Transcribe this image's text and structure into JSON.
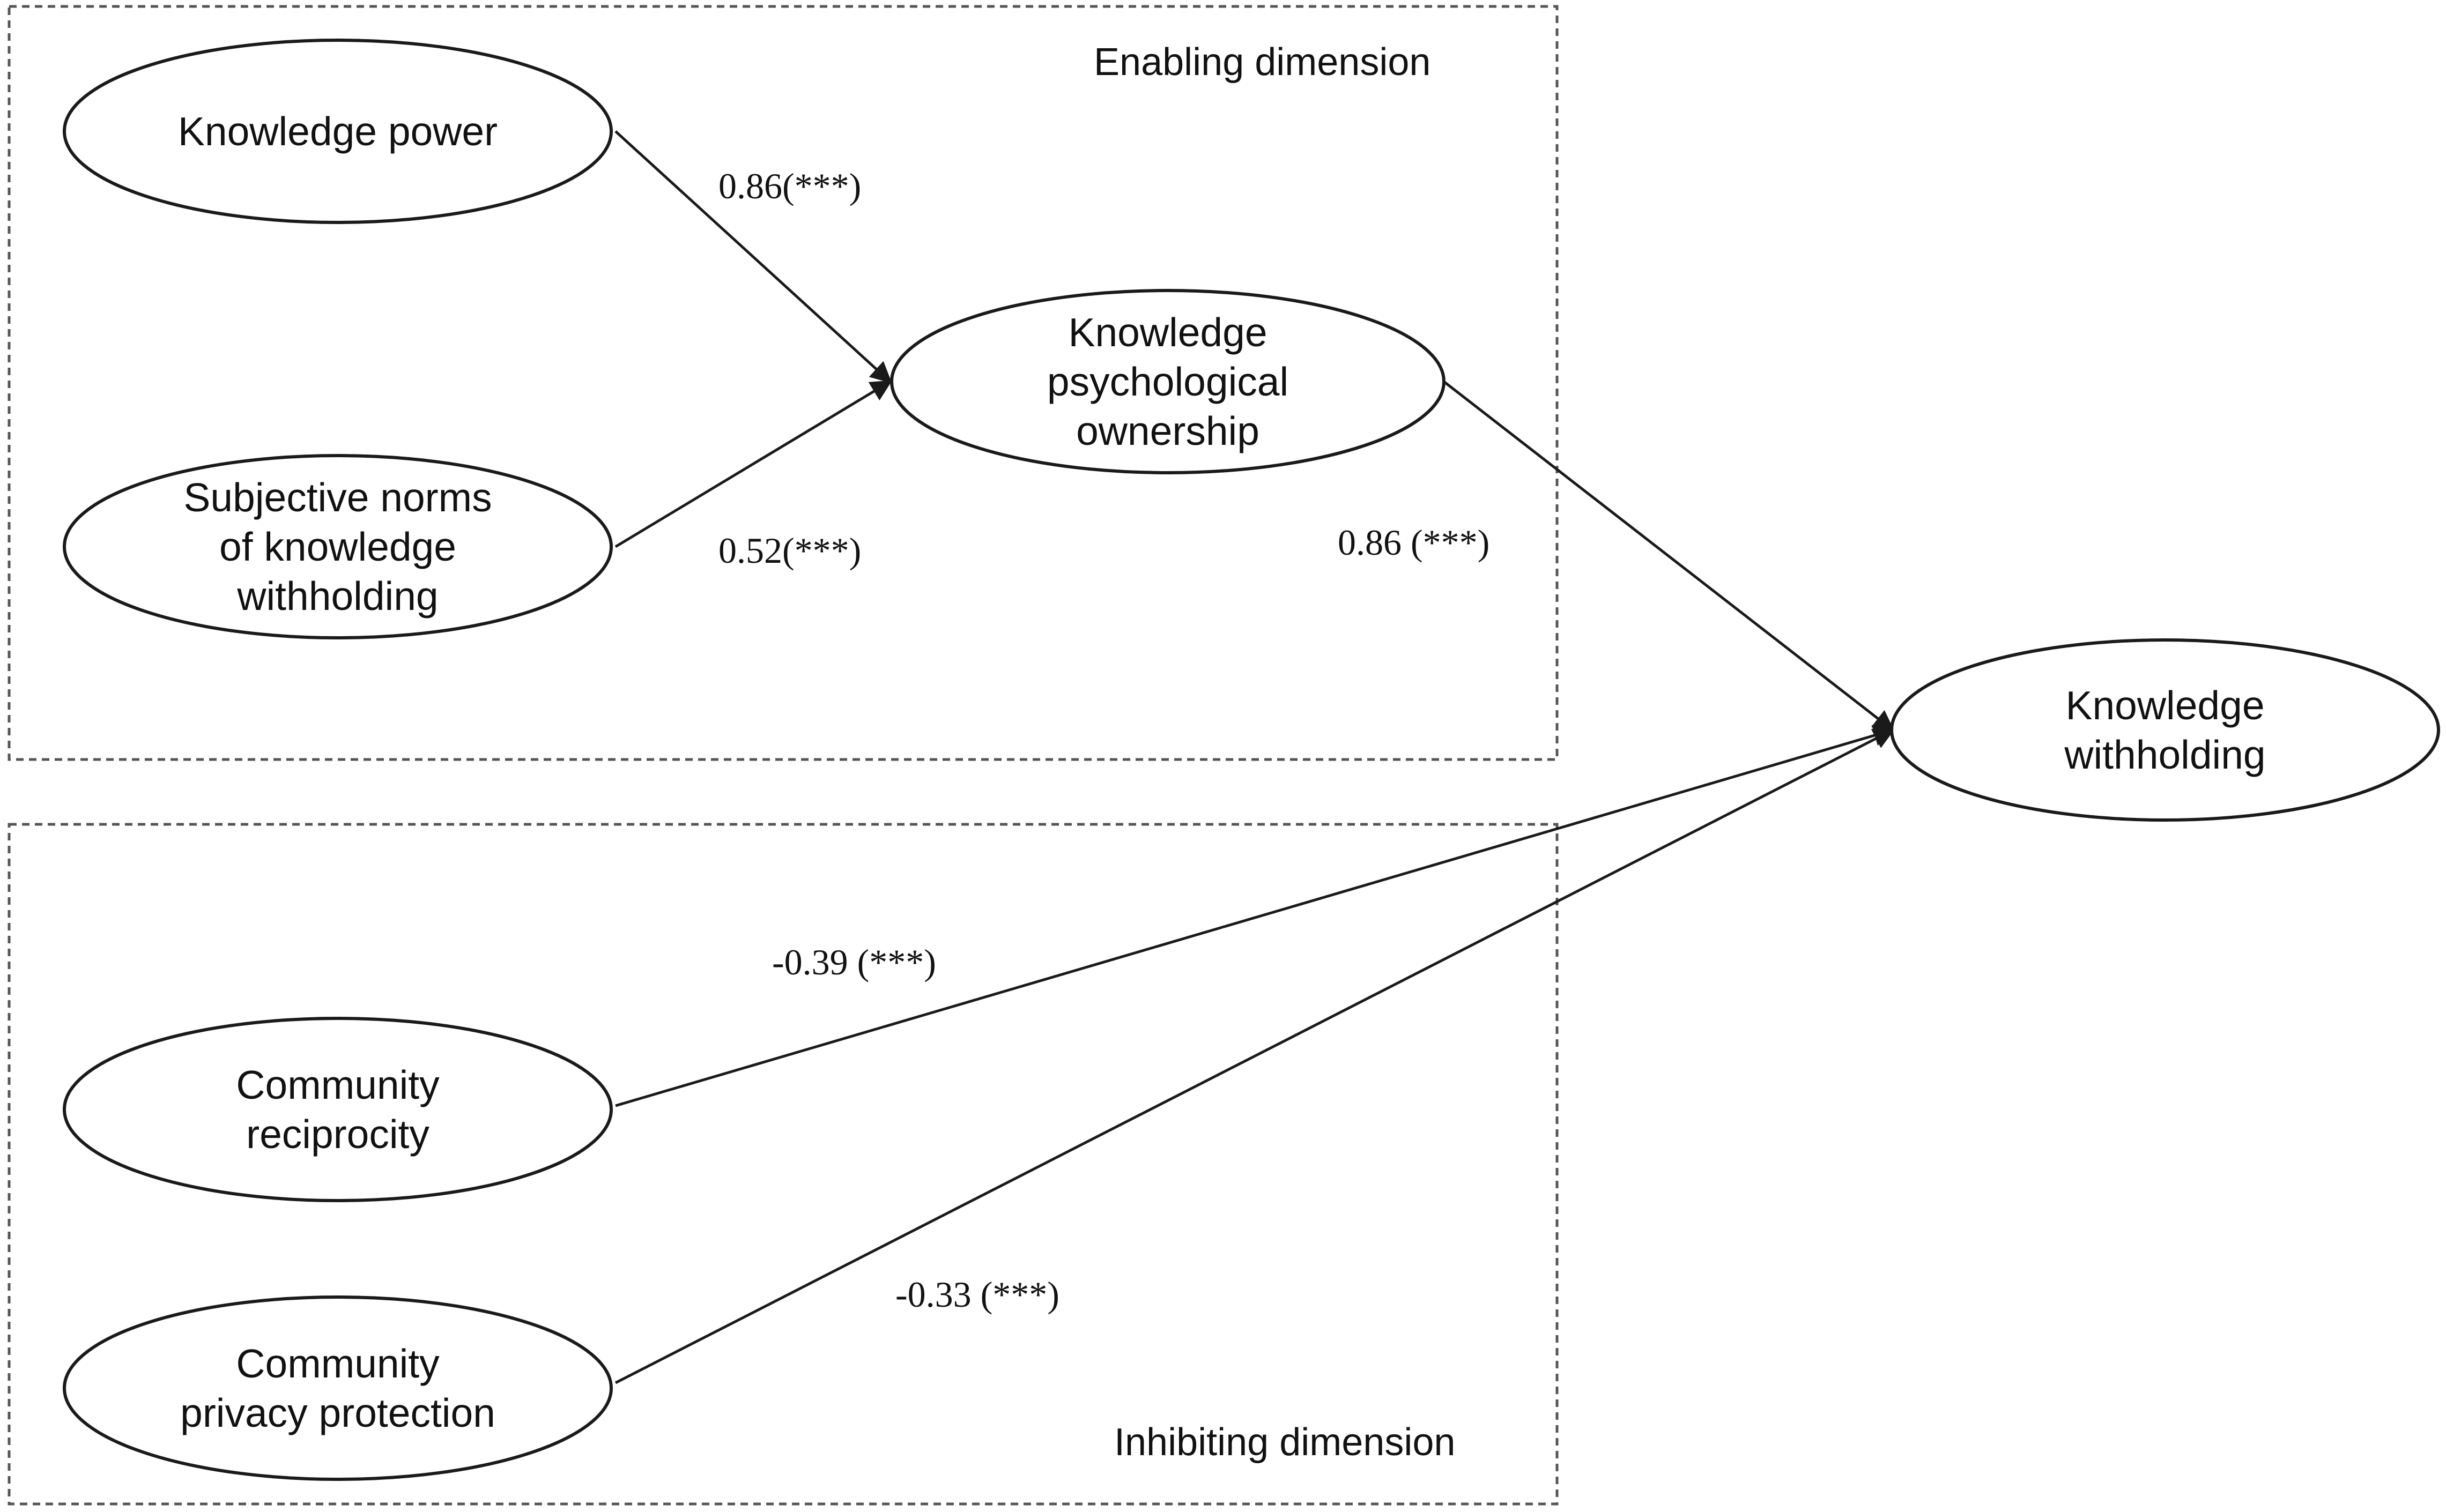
{
  "groups": [
    {
      "id": "enabling",
      "label": "Enabling dimension"
    },
    {
      "id": "inhibiting",
      "label": "Inhibiting dimension"
    }
  ],
  "nodes": [
    {
      "id": "knowledge_power",
      "lines": [
        "Knowledge power"
      ]
    },
    {
      "id": "subjective_norms",
      "lines": [
        "Subjective norms",
        "of knowledge",
        "withholding"
      ]
    },
    {
      "id": "psych_ownership",
      "lines": [
        "Knowledge",
        "psychological",
        "ownership"
      ]
    },
    {
      "id": "knowledge_withholding",
      "lines": [
        "Knowledge",
        "withholding"
      ]
    },
    {
      "id": "community_reciprocity",
      "lines": [
        "Community",
        "reciprocity"
      ]
    },
    {
      "id": "community_privacy",
      "lines": [
        "Community",
        "privacy protection"
      ]
    }
  ],
  "edges": [
    {
      "from": "knowledge_power",
      "to": "psych_ownership",
      "coefficient": "0.86(***)"
    },
    {
      "from": "subjective_norms",
      "to": "psych_ownership",
      "coefficient": "0.52(***)"
    },
    {
      "from": "psych_ownership",
      "to": "knowledge_withholding",
      "coefficient": "0.86 (***)"
    },
    {
      "from": "community_reciprocity",
      "to": "knowledge_withholding",
      "coefficient": "-0.39 (***)"
    },
    {
      "from": "community_privacy",
      "to": "knowledge_withholding",
      "coefficient": "-0.33 (***)"
    }
  ],
  "colors": {
    "line": "#1a1a1a",
    "dashed_box": "#555555",
    "background": "#ffffff"
  }
}
